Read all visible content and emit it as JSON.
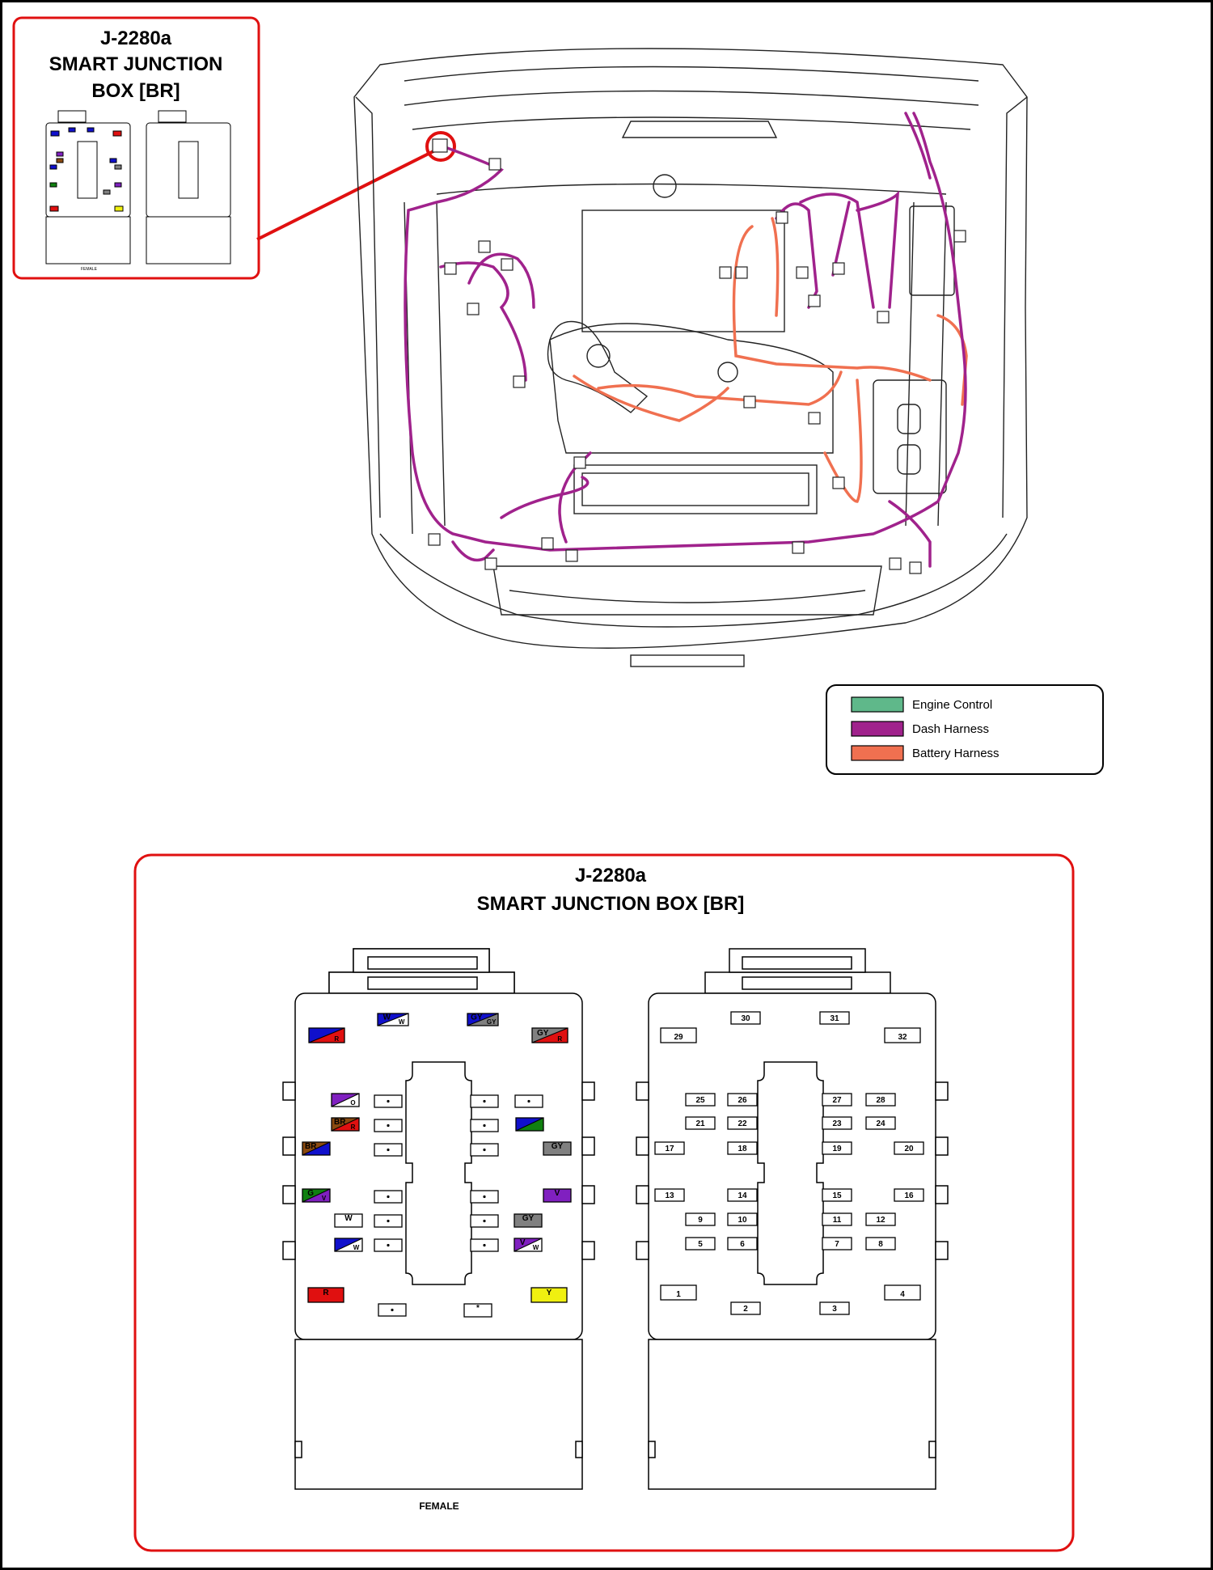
{
  "inset": {
    "title_line1": "J-2280a",
    "title_line2": "SMART JUNCTION",
    "title_line3": "BOX [BR]",
    "female_label": "FEMALE"
  },
  "legend": {
    "items": [
      {
        "label": "Engine Control",
        "color": "#5fb88a"
      },
      {
        "label": "Dash Harness",
        "color": "#a0228c"
      },
      {
        "label": "Battery Harness",
        "color": "#f07050"
      }
    ]
  },
  "detail": {
    "title_line1": "J-2280a",
    "title_line2": "SMART JUNCTION BOX [BR]",
    "female_label": "FEMALE"
  },
  "left_face_cavities": [
    {
      "label": "",
      "colors": [
        "#1010cc",
        "#e01010"
      ],
      "wire": "R"
    },
    {
      "label": "W",
      "colors": [
        "#1010cc",
        "#ffffff"
      ],
      "wire": "W"
    },
    {
      "label": "GY",
      "colors": [
        "#1010cc",
        "#808080"
      ],
      "wire": "GY"
    },
    {
      "label": "GY",
      "colors": [
        "#808080",
        "#e01010"
      ],
      "wire": "R"
    },
    {
      "label": "",
      "colors": [
        "#8020c0",
        "#ffffff"
      ],
      "wire": "O"
    },
    {
      "label": "BR",
      "colors": [
        "#8a4a10",
        "#e01010"
      ],
      "wire": "R"
    },
    {
      "label": "BR",
      "colors": [
        "#8a4a10",
        "#1010cc"
      ],
      "wire": ""
    },
    {
      "label": "G",
      "colors": [
        "#108010",
        "#8020c0"
      ],
      "wire": "V"
    },
    {
      "label": "W",
      "colors": [
        "#ffffff"
      ],
      "wire": ""
    },
    {
      "label": "",
      "colors": [
        "#1010cc",
        "#ffffff"
      ],
      "wire": "W"
    },
    {
      "label": "R",
      "colors": [
        "#e01010"
      ],
      "wire": ""
    },
    {
      "label": "",
      "colors": [
        "#1010cc",
        "#108010"
      ],
      "wire": ""
    },
    {
      "label": "GY",
      "colors": [
        "#808080"
      ],
      "wire": ""
    },
    {
      "label": "V",
      "colors": [
        "#8020c0"
      ],
      "wire": ""
    },
    {
      "label": "GY",
      "colors": [
        "#808080"
      ],
      "wire": ""
    },
    {
      "label": "V",
      "colors": [
        "#8020c0",
        "#ffffff"
      ],
      "wire": "W"
    },
    {
      "label": "Y",
      "colors": [
        "#f0f010"
      ],
      "wire": ""
    },
    {
      "label": "*",
      "colors": [
        "#ffffff"
      ],
      "wire": ""
    }
  ],
  "right_face_cavities": [
    "1",
    "2",
    "3",
    "4",
    "5",
    "6",
    "7",
    "8",
    "9",
    "10",
    "11",
    "12",
    "13",
    "14",
    "15",
    "16",
    "17",
    "18",
    "19",
    "20",
    "21",
    "22",
    "23",
    "24",
    "25",
    "26",
    "27",
    "28",
    "29",
    "30",
    "31",
    "32"
  ]
}
